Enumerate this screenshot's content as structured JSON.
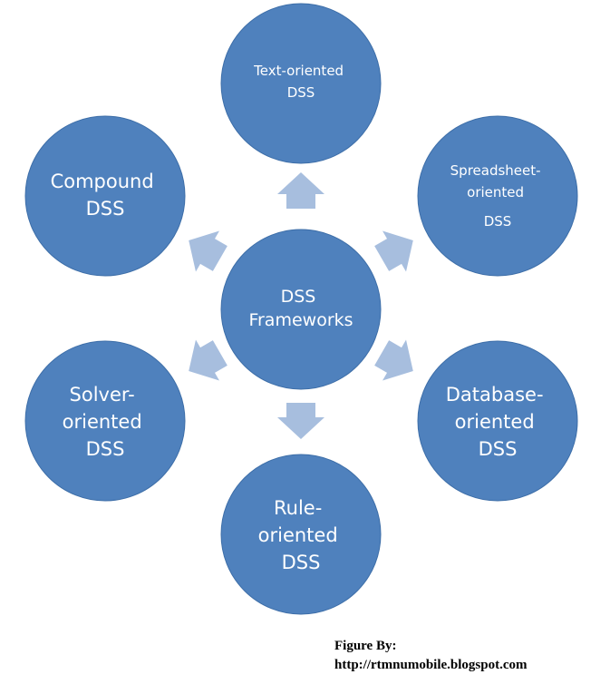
{
  "diagram": {
    "center": {
      "lines": [
        "DSS",
        "Frameworks"
      ]
    },
    "nodes": [
      {
        "id": "text",
        "lines": [
          "Text-oriented",
          "DSS"
        ]
      },
      {
        "id": "spreadsheet",
        "lines": [
          "Spreadsheet-",
          "oriented",
          "DSS"
        ]
      },
      {
        "id": "database",
        "lines": [
          "Database-",
          "oriented",
          "DSS"
        ]
      },
      {
        "id": "rule",
        "lines": [
          "Rule-",
          "oriented",
          "DSS"
        ]
      },
      {
        "id": "solver",
        "lines": [
          "Solver-",
          "oriented",
          "DSS"
        ]
      },
      {
        "id": "compound",
        "lines": [
          "Compound",
          "DSS"
        ]
      }
    ]
  },
  "credit": {
    "line1": "Figure By:",
    "line2": "http://rtmnumobile.blogspot.com"
  },
  "colors": {
    "circle_fill": "#4f81bd",
    "arrow_fill": "#a7bede",
    "text": "#ffffff"
  }
}
